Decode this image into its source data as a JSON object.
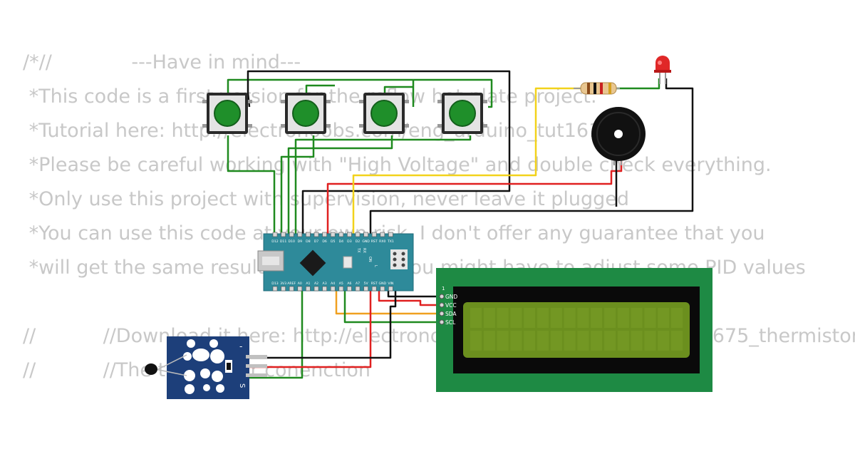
{
  "code_background": {
    "lines": [
      "/*//             ---Have in mind---",
      " *This code is a first version for the reflow hot plate project.",
      " *Tutorial here: http://electronoobs.com/eng_arduino_tut161.php",
      " *Please be careful working with \"High Voltage\" and double check everything.",
      " *Only use this project with supervision, never leave it plugged",
      " *You can use this code at your own risk. I don't offer any guarantee that you",
      " *will get the same results as I did and you might have to adjust some PID values",
      "",
      "//           //Download it here: http://electronoobs.com/eng_arduino_max6675_thermistor",
      "//           //The thermistor conenction"
    ]
  },
  "arduino": {
    "top_pins": [
      "D12",
      "D11",
      "D10",
      "D9",
      "D8",
      "D7",
      "D6",
      "D5",
      "D4",
      "D3",
      "D2",
      "GND",
      "RST",
      "RX0",
      "TX1"
    ],
    "bottom_pins": [
      "D13",
      "3V3",
      "AREF",
      "A0",
      "A1",
      "A2",
      "A3",
      "A4",
      "A5",
      "A6",
      "A7",
      "5V",
      "RST",
      "GND",
      "VIN"
    ],
    "chip_labels": [
      "TX",
      "RX",
      "ON",
      "L"
    ]
  },
  "lcd": {
    "pins": [
      "GND",
      "VCC",
      "SDA",
      "SCL"
    ],
    "pin_one_marker": "1"
  },
  "thermistor_module": {
    "label_minus": "-",
    "label_s": "S"
  },
  "colors": {
    "wire_green": "#1f8a1f",
    "wire_black": "#111111",
    "wire_red": "#e02020",
    "wire_yellow": "#f2d21b",
    "wire_orange": "#f0a020",
    "arduino_board": "#2e8a9a",
    "lcd_pcb": "#1e8a44",
    "lcd_screen": "#6b8f1e",
    "thermistor_pcb": "#1d3f7a",
    "button_cap": "#1f8f2a",
    "led": "#e02828"
  }
}
